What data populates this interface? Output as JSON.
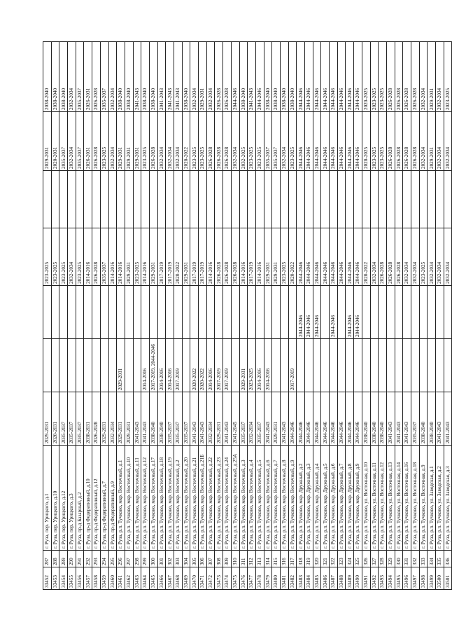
{
  "rows": [
    [
      "33452",
      "287",
      "г. Руза, пер. Урицкого, д.1",
      "2029-2031",
      "",
      "",
      "2023-2025",
      "",
      "2029-2031",
      "2038-2040"
    ],
    [
      "33453",
      "288",
      "г. Руза, пер. Урицкого, д.10",
      "2020-2031",
      "",
      "",
      "2023-2025",
      "",
      "2020-2031",
      "2038-2040"
    ],
    [
      "33454",
      "289",
      "г. Руза, пер. Урицкого, д.12",
      "2035-2037",
      "",
      "",
      "2023-2025",
      "",
      "2035-2037",
      "2038-2040"
    ],
    [
      "33455",
      "290",
      "г. Руза, пер. Урицкого, д.3",
      "2035-2037",
      "",
      "",
      "2032-2034",
      "",
      "2032-2034",
      "2032-2034"
    ],
    [
      "33456",
      "291",
      "г. Руза, пр-д Базарный, д.2",
      "2035-2037",
      "",
      "",
      "2023-2025",
      "",
      "2035-2037",
      "2035-2037"
    ],
    [
      "33457",
      "292",
      "г. Руза, пр-д Федеративный, д.10",
      "2038-2031",
      "",
      "",
      "2014-2016",
      "",
      "2026-2031",
      "2026-2031"
    ],
    [
      "33458",
      "293",
      "г. Руза, пр-д Федеративный, д.12",
      "2026-2028",
      "",
      "",
      "2026-2028",
      "",
      "2026-2028",
      "2026-2028"
    ],
    [
      "33459",
      "294",
      "г. Руза, пр-д Федеративный, д.7",
      "2029-2031",
      "",
      "",
      "2035-2037",
      "",
      "2023-2025",
      "2035-2037"
    ],
    [
      "33460",
      "295",
      "г. Руза, пр-д Федеративный, д.9",
      "2032-2034",
      "",
      "",
      "2014-2016",
      "",
      "2032-2034",
      "2032-2034"
    ],
    [
      "33461",
      "296",
      "г. Руза, р.п. Тучково, мкр. Восточный, д.1",
      "2029-2031",
      "2029-2031",
      "",
      "2014-2016",
      "",
      "2029-2031",
      "2038-2040"
    ],
    [
      "33462",
      "297",
      "г. Руза, р.п. Тучково, мкр. Восточный, д.10",
      "2029-2031",
      "",
      "",
      "2029-2031",
      "",
      "2029-2031",
      "2038-2040"
    ],
    [
      "33463",
      "298",
      "г. Руза, р.п. Тучково, мкр. Восточный, д.11",
      "2041-2043",
      "",
      "",
      "2023-2025",
      "",
      "2029-2031",
      "2041-2043"
    ],
    [
      "33464",
      "299",
      "г. Руза, р.п. Тучково, мкр. Восточный, д.12",
      "2041-2043",
      "2014-2016",
      "",
      "2014-2016",
      "",
      "2023-2025",
      "2038-2040"
    ],
    [
      "33465",
      "300",
      "г. Руза, р.п. Тучково, мкр. Восточный, д.17",
      "2038-2040",
      "2017-2019, 2044-2046",
      "",
      "2029-2031",
      "",
      "2026-2028",
      "2038-2040"
    ],
    [
      "33466",
      "301",
      "г. Руза, р.п. Тучково, мкр. Восточный, д.18",
      "2038-2040",
      "2014-2016",
      "",
      "2017-2019",
      "",
      "2032-2034",
      "2041-2043"
    ],
    [
      "33467",
      "302",
      "г. Руза, р.п. Тучково, мкр. Восточный, д.19",
      "2035-2037",
      "2014-2016",
      "",
      "2017-2019",
      "",
      "2032-2034",
      "2041-2043"
    ],
    [
      "33468",
      "303",
      "г. Руза, р.п. Тучково, мкр. Восточный, д.2",
      "2035-2037",
      "2017-2019",
      "",
      "2020-2022",
      "",
      "2032-2034",
      "2041-2043"
    ],
    [
      "33469",
      "304",
      "г. Руза, р.п. Тучково, мкр. Восточный, д.20",
      "2035-2037",
      "",
      "",
      "2029-2031",
      "",
      "2020-2022",
      "2038-2040"
    ],
    [
      "33470",
      "305",
      "г. Руза, р.п. Тучково, мкр. Восточный, д.21",
      "2041-2043",
      "2020-2022",
      "",
      "2017-2019",
      "",
      "2023-2025",
      "2032-2034"
    ],
    [
      "33471",
      "306",
      "г. Руза, р.п. Тучково, мкр. Восточный, д.21Б",
      "2041-2043",
      "2020-2022",
      "",
      "2017-2019",
      "",
      "2023-2025",
      "2029-2031"
    ],
    [
      "33472",
      "307",
      "г. Руза, р.п. Тучково, мкр. Восточный, д.22",
      "2032-2034",
      "2014-2016",
      "",
      "2014-2016",
      "",
      "2026-2028",
      "2032-2034"
    ],
    [
      "33473",
      "308",
      "г. Руза, р.п. Тучково, мкр. Восточный, д.23",
      "2029-2031",
      "2017-2019",
      "",
      "2026-2028",
      "",
      "2026-2028",
      "2026-2028"
    ],
    [
      "33474",
      "309",
      "г. Руза, р.п. Тучково, мкр. Восточный, д.24",
      "2041-2043",
      "2017-2019",
      "",
      "2026-2028",
      "",
      "2026-2028",
      "2026-2028"
    ],
    [
      "33475",
      "310",
      "г. Руза, р.п. Тучково, мкр. Восточный, д.25А",
      "2041-2045",
      "",
      "",
      "2026-2028",
      "",
      "2032-2034",
      "2044-2046"
    ],
    [
      "33476",
      "311",
      "г. Руза, р.п. Тучково, мкр. Восточный, д.3",
      "2035-2037",
      "2029-2031",
      "",
      "2014-2016",
      "",
      "2032-2025",
      "2038-2040"
    ],
    [
      "33477",
      "312",
      "г. Руза, р.п. Тучково, мкр. Восточный, д.4",
      "2032-2034",
      "2023-2025",
      "",
      "2017-2019",
      "",
      "2023-2025",
      "2041-2043"
    ],
    [
      "33478",
      "313",
      "г. Руза, р.п. Тучково, мкр. Восточный, д.5",
      "2035-2037",
      "2014-2016",
      "",
      "2014-2016",
      "",
      "2023-2025",
      "2044-2046"
    ],
    [
      "33479",
      "314",
      "г. Руза, р.п. Тучково, мкр. Восточный, д.6",
      "2041-2043",
      "2014-2016",
      "",
      "2029-2031",
      "",
      "2035-2037",
      "2038-2040"
    ],
    [
      "33480",
      "315",
      "г. Руза, р.п. Тучково, мкр. Восточный, д.7",
      "2029-2031",
      "",
      "",
      "2029-2031",
      "",
      "2035-2037",
      "2038-2040"
    ],
    [
      "33481",
      "316",
      "г. Руза, р.п. Тучково, мкр. Восточный, д.8",
      "2041-2043",
      "",
      "",
      "2023-2025",
      "",
      "2032-2034",
      "2038-2040"
    ],
    [
      "33482",
      "317",
      "г. Руза, р.п. Тучково, мкр. Восточный, д.9",
      "2044-2046",
      "2017-2019",
      "",
      "2020-2022",
      "",
      "2023-2025",
      "2038-2040"
    ],
    [
      "33483",
      "318",
      "г. Руза, р.п. Тучково, мкр. Дружный, д.2",
      "2044-2046",
      "",
      "2044-2046",
      "2044-2046",
      "",
      "2044-2046",
      "2044-2046"
    ],
    [
      "33484",
      "319",
      "г. Руза, р.п. Тучково, мкр. Дружный, д.3",
      "2044-2046",
      "",
      "2044-2046",
      "2044-2046",
      "",
      "2044-2046",
      "2044-2046"
    ],
    [
      "33485",
      "320",
      "г. Руза, р.п. Тучково, мкр. Дружный, д.4",
      "2044-2046",
      "",
      "2044-2046",
      "2044-2046",
      "",
      "2044-2046",
      "2044-2046"
    ],
    [
      "33486",
      "321",
      "г. Руза, р.п. Тучково, мкр. Дружный, д.5",
      "2044-2046",
      "",
      "",
      "2044-2046",
      "",
      "2044-2046",
      "2044-2046"
    ],
    [
      "33487",
      "322",
      "г. Руза, р.п. Тучково, мкр. Дружный, д.6",
      "2044-2046",
      "",
      "2044-2046",
      "2044-2046",
      "",
      "2044-2046",
      "2044-2046"
    ],
    [
      "33488",
      "323",
      "г. Руза, р.п. Тучково, мкр. Дружный, д.7",
      "2044-2046",
      "",
      "",
      "2044-2046",
      "",
      "2044-2046",
      "2044-2046"
    ],
    [
      "33489",
      "324",
      "г. Руза, р.п. Тучково, мкр. Дружный, д.8",
      "2044-2046",
      "",
      "2044-2046",
      "2044-2046",
      "",
      "2044-2046",
      "2044-2046"
    ],
    [
      "33490",
      "325",
      "г. Руза, р.п. Тучково, мкр. Дружный, д.9",
      "2044-2046",
      "",
      "2044-2046",
      "2044-2046",
      "",
      "2044-2046",
      "2044-2046"
    ],
    [
      "33491",
      "326",
      "г. Руза, р.п. Тучково, ул. Восточная, д.10",
      "2038-2040",
      "",
      "",
      "2020-2022",
      "",
      "2020-2025",
      "2020-2025"
    ],
    [
      "33492",
      "327",
      "г. Руза, р.п. Тучково, ул. Восточная, д.11",
      "2038-2040",
      "",
      "",
      "2032-2034",
      "",
      "2023-2025",
      "2023-2025"
    ],
    [
      "33493",
      "328",
      "г. Руза, р.п. Тучково, ул. Восточная, д.12",
      "2038-2040",
      "",
      "",
      "2026-2028",
      "",
      "2023-2025",
      "2023-2025"
    ],
    [
      "33494",
      "329",
      "г. Руза, р.п. Тучково, ул. Восточная, д.13",
      "2041-2043",
      "",
      "",
      "2026-2028",
      "",
      "2026-2028",
      "2026-2028"
    ],
    [
      "33495",
      "330",
      "г. Руза, р.п. Тучково, ул. Восточная, д.14",
      "2041-2043",
      "",
      "",
      "2026-2028",
      "",
      "2026-2028",
      "2026-2028"
    ],
    [
      "33496",
      "331",
      "г. Руза, р.п. Тучково, ул. Восточная, д.16",
      "2041-2043",
      "",
      "",
      "2032-2034",
      "",
      "2026-2028",
      "2026-2028"
    ],
    [
      "33497",
      "332",
      "г. Руза, р.п. Тучково, ул. Восточная, д.18",
      "2035-2037",
      "",
      "",
      "2032-2034",
      "",
      "2026-2028",
      "2026-2028"
    ],
    [
      "33498",
      "333",
      "г. Руза, р.п. Тучково, ул. Восточная, д.9",
      "2038-2040",
      "",
      "",
      "2023-2025",
      "",
      "2032-2034",
      "2032-2034"
    ],
    [
      "33499",
      "334",
      "г. Руза, р.п. Тучково, ул. Заводская, д.1",
      "2038-2040",
      "",
      "",
      "2032-2034",
      "",
      "2029-2031",
      "2029-2031"
    ],
    [
      "33500",
      "335",
      "г. Руза, р.п. Тучково, ул. Заводская, д.2",
      "2041-2043",
      "",
      "",
      "2032-2034",
      "",
      "2032-2034",
      "2032-2034"
    ],
    [
      "33501",
      "336",
      "г. Руза, р.п. Тучково, ул. Заводская, д.3",
      "2041-2043",
      "",
      "",
      "2032-2034",
      "",
      "2032-2034",
      "2023-2025"
    ]
  ]
}
